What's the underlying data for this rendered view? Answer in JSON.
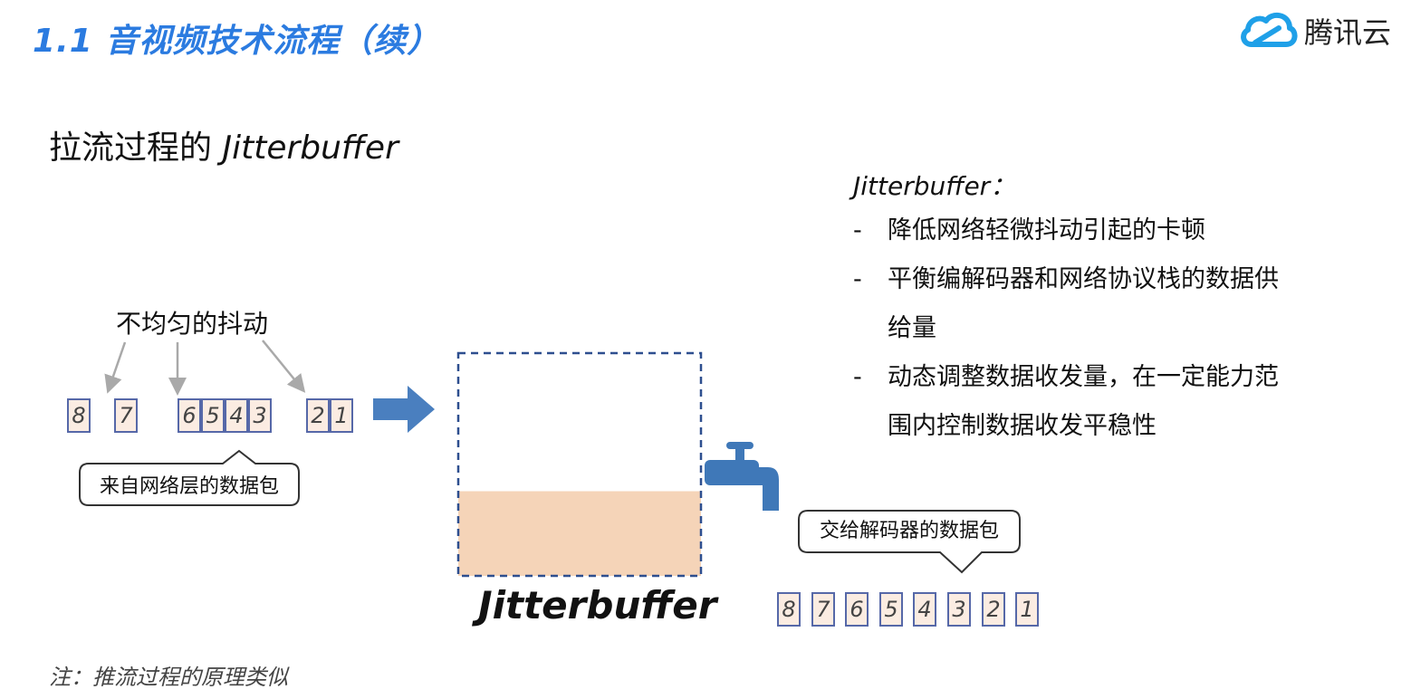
{
  "header": {
    "title": "1.1 音视频技术流程（续）"
  },
  "logo": {
    "name": "腾讯云",
    "icon": "cloud-logo-icon"
  },
  "section_title": {
    "prefix": "拉流过程的",
    "latin": "Jitterbuffer"
  },
  "left": {
    "uneven_label": "不均匀的抖动",
    "packets": [
      "8",
      "7",
      "6",
      "5",
      "4",
      "3",
      "2",
      "1"
    ],
    "callout": "来自网络层的数据包"
  },
  "buffer": {
    "label": "Jitterbuffer",
    "fill_level": 0.38,
    "fill_color": "#f5d4b8",
    "border_color": "#2e4f8f"
  },
  "arrow_color": "#4a7fbf",
  "faucet": {
    "icon": "faucet-icon",
    "color": "#3f78b8"
  },
  "output": {
    "callout": "交给解码器的数据包",
    "packets": [
      "8",
      "7",
      "6",
      "5",
      "4",
      "3",
      "2",
      "1"
    ]
  },
  "right": {
    "heading": "Jitterbuffer：",
    "bullets": [
      {
        "dash": "-",
        "text": "降低网络轻微抖动引起的卡顿"
      },
      {
        "dash": "-",
        "text": "平衡编解码器和网络协议栈的数据供给量"
      },
      {
        "dash": "-",
        "text": "动态调整数据收发量，在一定能力范围内控制数据收发平稳性"
      }
    ]
  },
  "footnote": "注：推流过程的原理类似"
}
